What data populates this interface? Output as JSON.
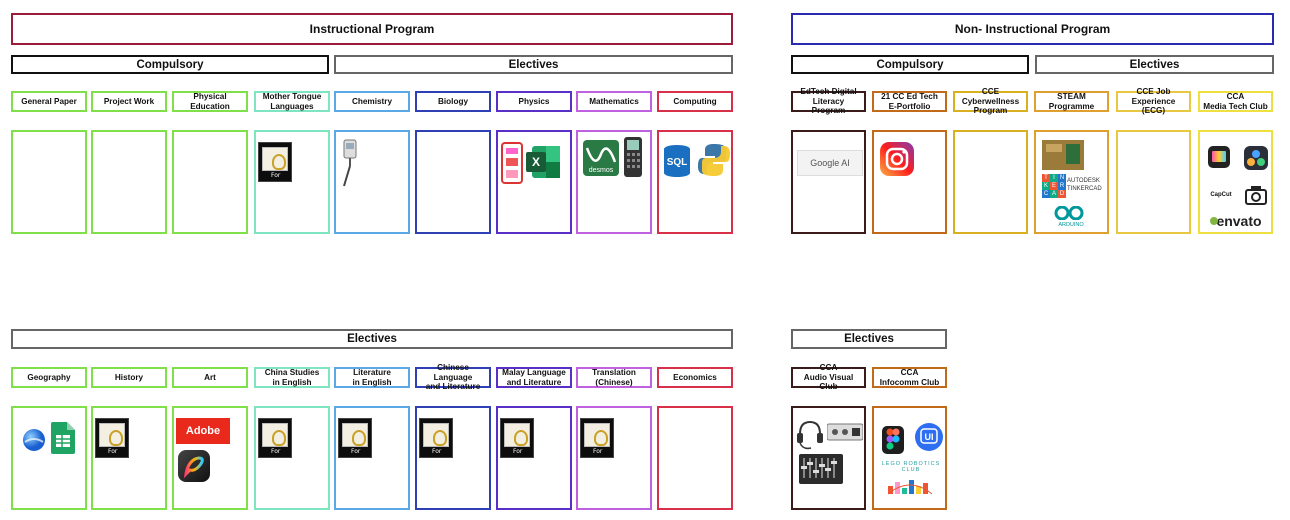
{
  "sections": {
    "instructional_title": "Instructional Program",
    "non_instructional_title": "Non- Instructional Program",
    "compulsory": "Compulsory",
    "electives": "Electives"
  },
  "instructional_row1": [
    {
      "label": "General Paper",
      "color": "#7fe04a"
    },
    {
      "label": "Project Work",
      "color": "#7fe04a"
    },
    {
      "label": "Physical\nEducation",
      "color": "#7fe04a"
    },
    {
      "label": "Mother Tongue\nLanguages",
      "color": "#7fe4c0"
    },
    {
      "label": "Chemistry",
      "color": "#5aa9e6"
    },
    {
      "label": "Biology",
      "color": "#2f3fb5"
    },
    {
      "label": "Physics",
      "color": "#5a2fc8"
    },
    {
      "label": "Mathematics",
      "color": "#c061e0"
    },
    {
      "label": "Computing",
      "color": "#d9304a"
    }
  ],
  "instructional_row2": [
    {
      "label": "Geography",
      "color": "#7fe04a"
    },
    {
      "label": "History",
      "color": "#7fe04a"
    },
    {
      "label": "Art",
      "color": "#7fe04a"
    },
    {
      "label": "China Studies\nin English",
      "color": "#7fe4c0"
    },
    {
      "label": "Literature\nin English",
      "color": "#5aa9e6"
    },
    {
      "label": "Chinese Language\nand Literature",
      "color": "#2f3fb5"
    },
    {
      "label": "Malay Language\nand Literature",
      "color": "#5a2fc8"
    },
    {
      "label": "Translation\n(Chinese)",
      "color": "#c061e0"
    },
    {
      "label": "Economics",
      "color": "#d9304a"
    }
  ],
  "non_instructional_row1": [
    {
      "label": "EdTech Digital\nLiteracy Program",
      "color": "#3b1a1a"
    },
    {
      "label": "21 CC Ed Tech\nE-Portfolio",
      "color": "#c06a1a"
    },
    {
      "label": "CCE Cyberwellness\nProgram",
      "color": "#d9b020"
    },
    {
      "label": "STEAM\nProgramme",
      "color": "#e0a030"
    },
    {
      "label": "CCE Job\nExperience (ECG)",
      "color": "#e8c840"
    },
    {
      "label": "CCA\nMedia Tech Club",
      "color": "#eee040"
    }
  ],
  "non_instructional_row2": [
    {
      "label": "CCA\nAudio Visual Club",
      "color": "#3b1a1a"
    },
    {
      "label": "CCA\nInfocomm Club",
      "color": "#c06a1a"
    }
  ],
  "icons": {
    "book_label": "For",
    "google_ai": "Google AI",
    "sql": "SQL",
    "desmos": "desmos",
    "autodesk": "AUTODESK",
    "tinkercad": "TINKERCAD",
    "arduino": "ARDUINO",
    "tinkercad_letters": [
      "T",
      "I",
      "N",
      "K",
      "E",
      "R",
      "C",
      "A",
      "D"
    ],
    "capcut": "CapCut",
    "envato": "envato",
    "adobe": "Adobe",
    "excel": "X",
    "ui": "UI",
    "lego_club": "LEGO ROBOTICS\nCLUB"
  }
}
